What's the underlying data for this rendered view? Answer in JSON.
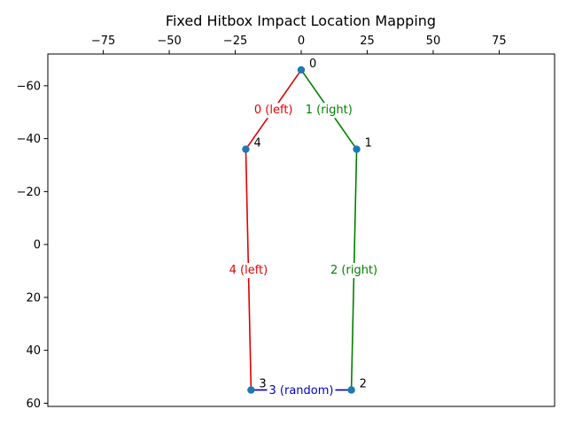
{
  "chart_data": {
    "type": "line",
    "title": "Fixed Hitbox Impact Location Mapping",
    "xlabel": "",
    "ylabel": "",
    "xlim": [
      -96,
      96
    ],
    "ylim": [
      61.2,
      -72
    ],
    "y_inverted": true,
    "x_axis_position": "top",
    "grid": false,
    "legend": "none",
    "x_ticks": [
      -75,
      -50,
      -25,
      0,
      25,
      50,
      75
    ],
    "y_ticks": [
      -60,
      -40,
      -20,
      0,
      20,
      40,
      60
    ],
    "x_tick_labels": [
      "−75",
      "−50",
      "−25",
      "0",
      "25",
      "50",
      "75"
    ],
    "y_tick_labels": [
      "−60",
      "−40",
      "−20",
      "0",
      "20",
      "40",
      "60"
    ],
    "points": [
      {
        "id": "0",
        "x": 0,
        "y": -66
      },
      {
        "id": "1",
        "x": 21,
        "y": -36
      },
      {
        "id": "2",
        "x": 19,
        "y": 55
      },
      {
        "id": "3",
        "x": -19,
        "y": 55
      },
      {
        "id": "4",
        "x": -21,
        "y": -36
      }
    ],
    "edges": [
      {
        "from": 0,
        "to": 4,
        "label": "0 (left)",
        "color": "#e00000"
      },
      {
        "from": 0,
        "to": 1,
        "label": "1 (right)",
        "color": "#008000"
      },
      {
        "from": 1,
        "to": 2,
        "label": "2 (right)",
        "color": "#008000"
      },
      {
        "from": 3,
        "to": 2,
        "label": "3 (random)",
        "color": "#0000cc"
      },
      {
        "from": 4,
        "to": 3,
        "label": "4 (left)",
        "color": "#e00000"
      }
    ],
    "marker_color": "#1f77b4"
  }
}
